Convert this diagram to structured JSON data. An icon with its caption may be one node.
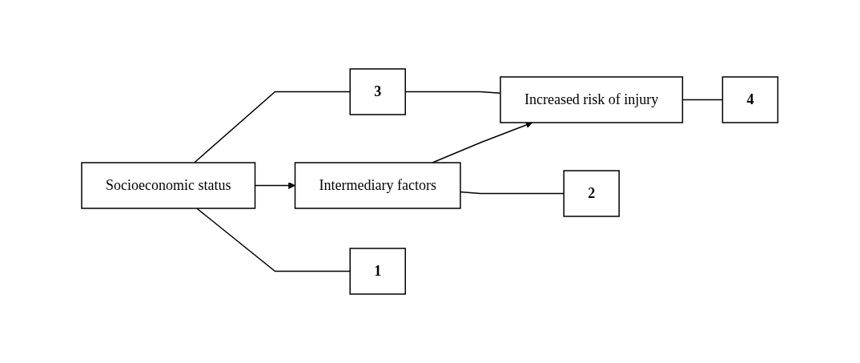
{
  "diagram": {
    "nodes": [
      {
        "text": [
          "Socioeconomic status"
        ]
      },
      {
        "text": [
          "Intermediary factors"
        ]
      },
      {
        "text": [
          "Increased risk of injury"
        ]
      },
      {
        "text": [
          "3"
        ]
      },
      {
        "text": [
          "1"
        ]
      },
      {
        "text": [
          "2"
        ]
      },
      {
        "text": [
          "4"
        ]
      }
    ],
    "edges": [
      {
        "from": 0,
        "to": 1,
        "arrow": "to"
      },
      {
        "from": 1,
        "to": 2,
        "arrow": "to"
      },
      {
        "from": 0,
        "to": 3,
        "arrow": "none"
      },
      {
        "from": 3,
        "to": 2,
        "arrow": "none"
      },
      {
        "from": 0,
        "to": 4,
        "arrow": "none"
      },
      {
        "from": 1,
        "to": 5,
        "arrow": "none"
      },
      {
        "from": 2,
        "to": 6,
        "arrow": "none"
      }
    ]
  }
}
